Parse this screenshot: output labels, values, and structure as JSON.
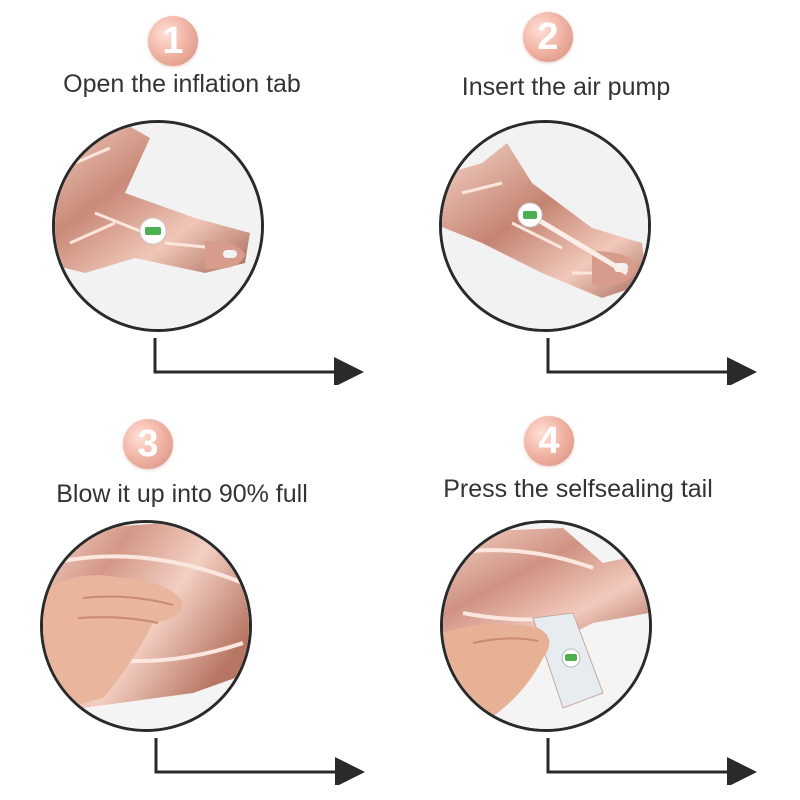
{
  "steps": [
    {
      "number": "1",
      "title": "Open the inflation tab"
    },
    {
      "number": "2",
      "title": "Insert the air pump"
    },
    {
      "number": "3",
      "title": "Blow it up into 90% full"
    },
    {
      "number": "4",
      "title": "Press the selfsealing tail"
    }
  ],
  "colors": {
    "rose_gold": "#e5b3a3",
    "badge": "#eaa898",
    "outline": "#2a2a2a",
    "title_text": "#333333"
  }
}
